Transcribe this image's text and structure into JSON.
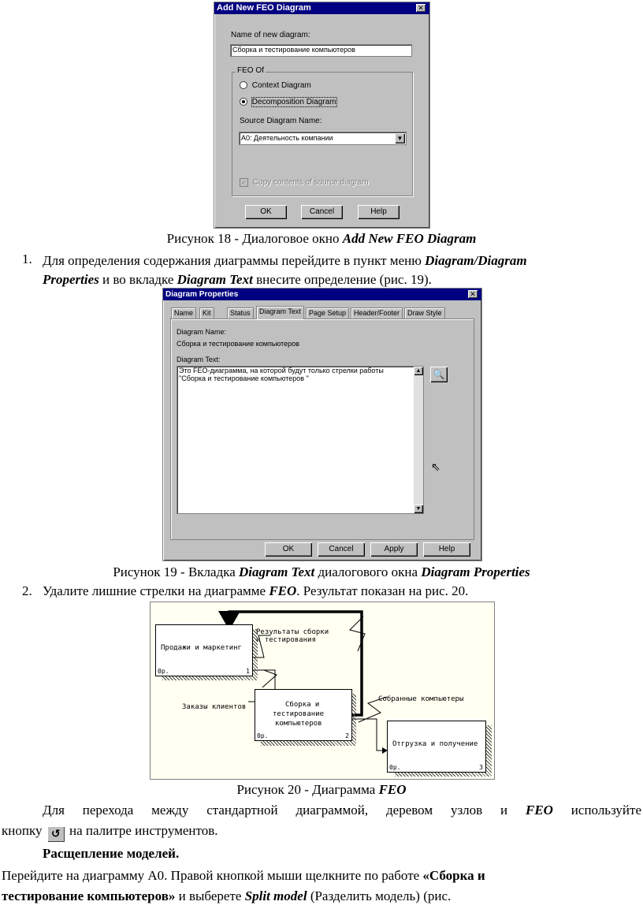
{
  "fig18": {
    "title": "Add New FEO Diagram",
    "name_label": "Name of new diagram:",
    "name_value": "Сборка и тестирование компьютеров",
    "group_label": "FEO Of",
    "radio_context": "Context Diagram",
    "radio_decomp": "Decomposition Diagram",
    "source_label": "Source Diagram Name:",
    "source_value": "A0:  Деятельность компании",
    "copy_label": "Copy contents of source diagram",
    "ok": "OK",
    "cancel": "Cancel",
    "help": "Help",
    "caption_prefix": "Рисунок 18 - Диалоговое окно ",
    "caption_em": "Add New FEO Diagram"
  },
  "step1": {
    "num": "1.",
    "text_a": "Для определения содержания диаграммы перейдите в пункт меню ",
    "em_a": "Diagram/Diagram",
    "em_b": "Properties",
    "text_b": " и во вкладке ",
    "em_c": "Diagram Text",
    "text_c": " внесите определение (рис. 19)."
  },
  "fig19": {
    "title": "Diagram Properties",
    "tabs": [
      "Name",
      "Kit",
      "Status",
      "Diagram Text",
      "Page Setup",
      "Header/Footer",
      "Draw Style"
    ],
    "diagram_name_label": "Diagram Name:",
    "diagram_name_value": "Сборка и тестирование компьютеров",
    "diagram_text_label": "Diagram Text:",
    "text_line1": "Это FEO-диаграмма, на которой будут только стрелки работы",
    "text_line2": "\"Сборка и тестирование компьютеров \"",
    "ok": "OK",
    "cancel": "Cancel",
    "apply": "Apply",
    "help": "Help",
    "caption_prefix": "Рисунок 19 - Вкладка ",
    "caption_em1": "Diagram Text",
    "caption_mid": " диалогового окна ",
    "caption_em2": "Diagram Properties"
  },
  "step2": {
    "num": "2.",
    "text_a": "Удалите лишние стрелки на диаграмме ",
    "em": "FEO",
    "text_b": ". Результат показан на рис. 20."
  },
  "fig20": {
    "box1": "Продажи и маркетинг",
    "box1_op": "0p.",
    "box1_num": "1",
    "box2_l1": "Сборка и",
    "box2_l2": "тестирование",
    "box2_l3": "компьютеров",
    "box2_op": "0p.",
    "box2_num": "2",
    "box3": "Отгрузка и получение",
    "box3_op": "0p.",
    "box3_num": "3",
    "arrow1_l1": "Результаты сборки",
    "arrow1_l2": "и тестирования",
    "arrow2": "Заказы клиентов",
    "arrow3": "Собранные компьютеры",
    "caption_prefix": "Рисунок 20 - Диаграмма ",
    "caption_em": "FEO"
  },
  "para1": {
    "text_a": "Для перехода между стандартной диаграммой, деревом узлов и ",
    "em": "FEO",
    "text_b": " используйте",
    "text_c": "кнопку",
    "text_d": " на палитре инструментов."
  },
  "section": {
    "heading": "Расщепление моделей.",
    "text_a": "Перейдите на диаграмму А0. Правой кнопкой мыши щелкните по работе ",
    "bold_a": "«Сборка и",
    "bold_b": "тестирование компьютеров»",
    "text_b": " и выберете ",
    "em": "Split model",
    "text_c": " (Разделить модель) (рис."
  }
}
